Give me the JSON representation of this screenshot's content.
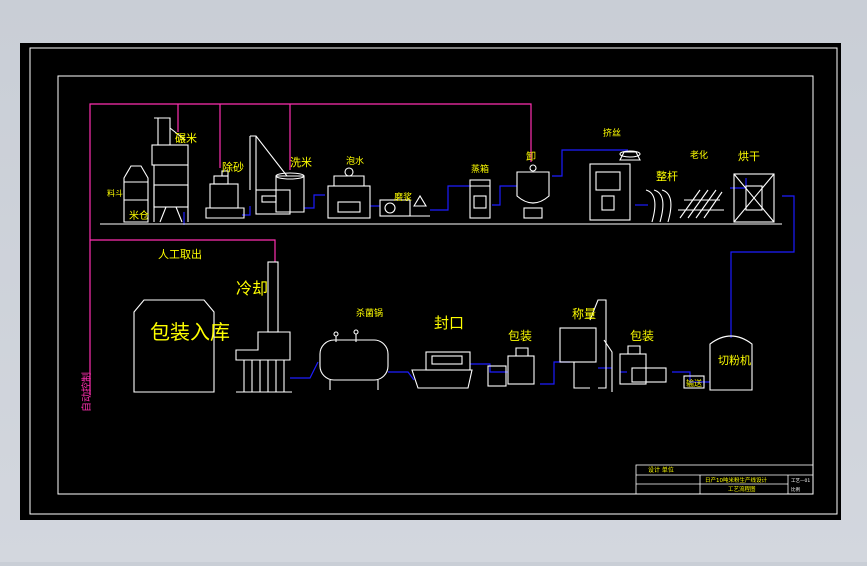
{
  "colors": {
    "viewport_bg": "#c9ced6",
    "sheet_bg": "#000000",
    "frame": "#ffffff",
    "equipment": "#ffffff",
    "flow_line": "#1c1cff",
    "control_line": "#ff2fb0",
    "label": "#ffff00"
  },
  "labels": {
    "rice_bin": "米仓",
    "hopper": "料斗",
    "polishing": "碾米",
    "destoning": "除砂",
    "washing": "洗米",
    "soaking": "泡水",
    "grinding": "磨浆",
    "steam_box": "蒸箱",
    "cooking_pot": "卸",
    "extrusion": "挤丝",
    "forming": "整杆",
    "aging": "老化",
    "drying": "烘干",
    "manual_output": "人工取出",
    "cooling": "冷却",
    "pack_store": "包装入库",
    "sterilizer": "杀菌锅",
    "sealing": "封口",
    "packing_1": "包装",
    "weighing": "称量",
    "packing_2": "包装",
    "noodle_cutter": "切粉机",
    "conveyor": "输送",
    "auto_control": "自动控制"
  },
  "title_block": {
    "designer": "设计 单位",
    "project": "日产10吨米粉生产线设计",
    "drawing": "工艺流程图",
    "drawing_no": "工艺—01",
    "scale": "比例"
  }
}
